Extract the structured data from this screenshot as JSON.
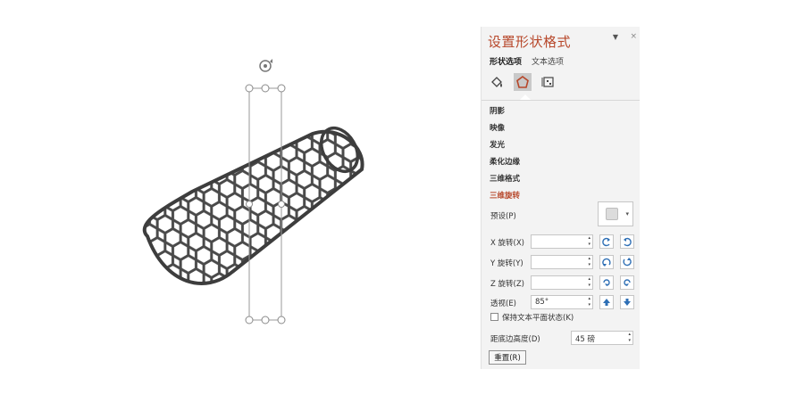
{
  "pane": {
    "title": "设置形状格式",
    "menu_glyph": "▼",
    "close_glyph": "×",
    "tabs": [
      {
        "label": "形状选项",
        "active": true
      },
      {
        "label": "文本选项",
        "active": false
      }
    ],
    "category_icons": [
      "fill-line-icon",
      "effects-pentagon-icon",
      "size-properties-icon"
    ],
    "sections": [
      "阴影",
      "映像",
      "发光",
      "柔化边缘",
      "三维格式",
      "三维旋转"
    ],
    "active_section": "三维旋转",
    "preset_label": "预设(P)",
    "preset_arrow": "▾",
    "x_label": "X 旋转(X)",
    "y_label": "Y 旋转(Y)",
    "z_label": "Z 旋转(Z)",
    "x_value": "",
    "y_value": "",
    "z_value": "",
    "perspective_label": "透视(E)",
    "perspective_value": "85°",
    "keep_flat_label": "保持文本平面状态(K)",
    "keep_flat_checked": false,
    "distance_label": "距底边高度(D)",
    "distance_value": "45 磅",
    "reset_label": "重置(R)",
    "spin_glyph": "▴\n▾",
    "accent_color": "#b7472a"
  }
}
